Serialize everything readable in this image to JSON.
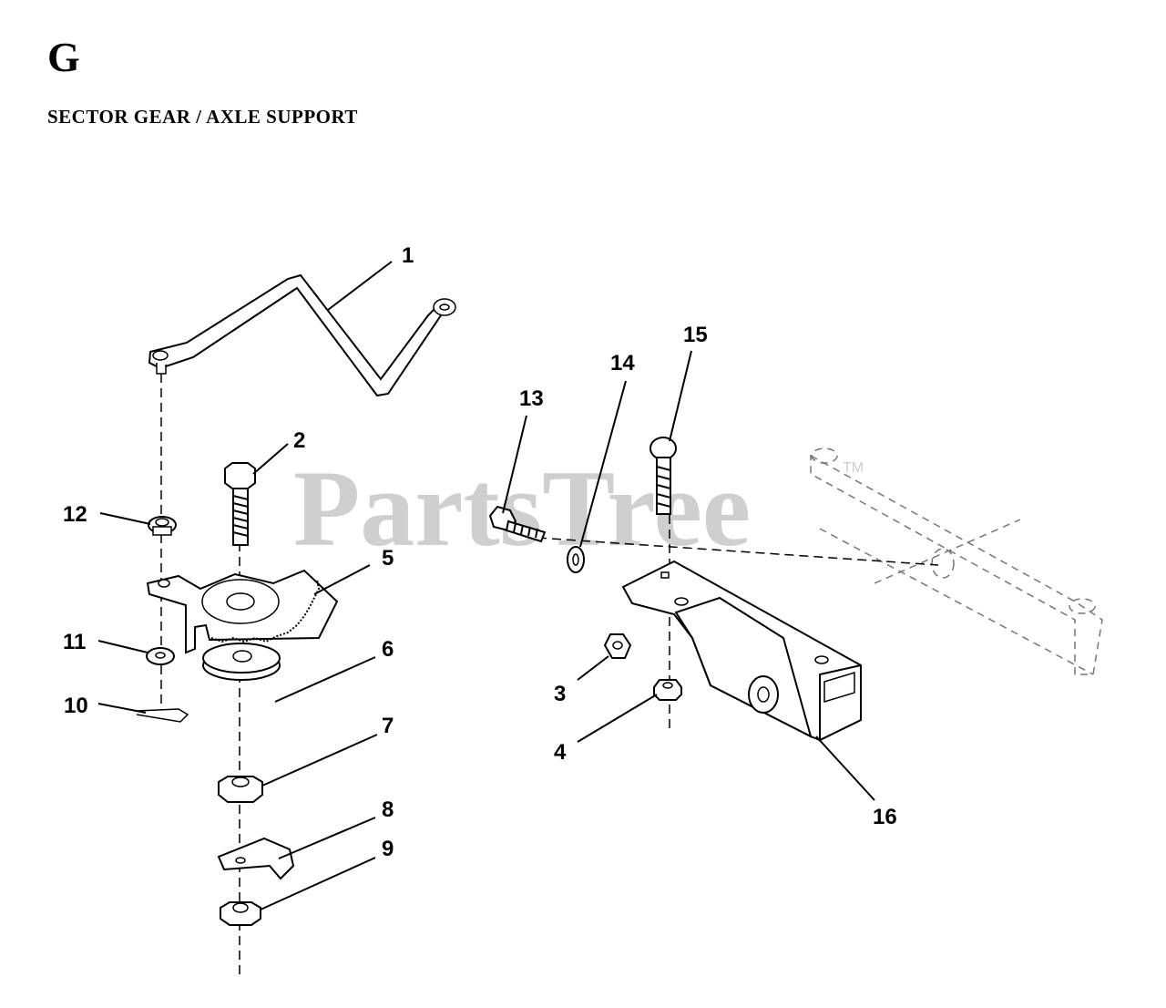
{
  "header": {
    "section_letter": "G",
    "section_title": "SECTOR GEAR / AXLE SUPPORT"
  },
  "watermark": {
    "text": "PartsTree",
    "trademark": "TM"
  },
  "callouts": [
    {
      "key": "1",
      "label": "1"
    },
    {
      "key": "2",
      "label": "2"
    },
    {
      "key": "3",
      "label": "3"
    },
    {
      "key": "4",
      "label": "4"
    },
    {
      "key": "5",
      "label": "5"
    },
    {
      "key": "6",
      "label": "6"
    },
    {
      "key": "7",
      "label": "7"
    },
    {
      "key": "8",
      "label": "8"
    },
    {
      "key": "9",
      "label": "9"
    },
    {
      "key": "10",
      "label": "10"
    },
    {
      "key": "11",
      "label": "11"
    },
    {
      "key": "12",
      "label": "12"
    },
    {
      "key": "13",
      "label": "13"
    },
    {
      "key": "14",
      "label": "14"
    },
    {
      "key": "15",
      "label": "15"
    },
    {
      "key": "16",
      "label": "16"
    }
  ]
}
